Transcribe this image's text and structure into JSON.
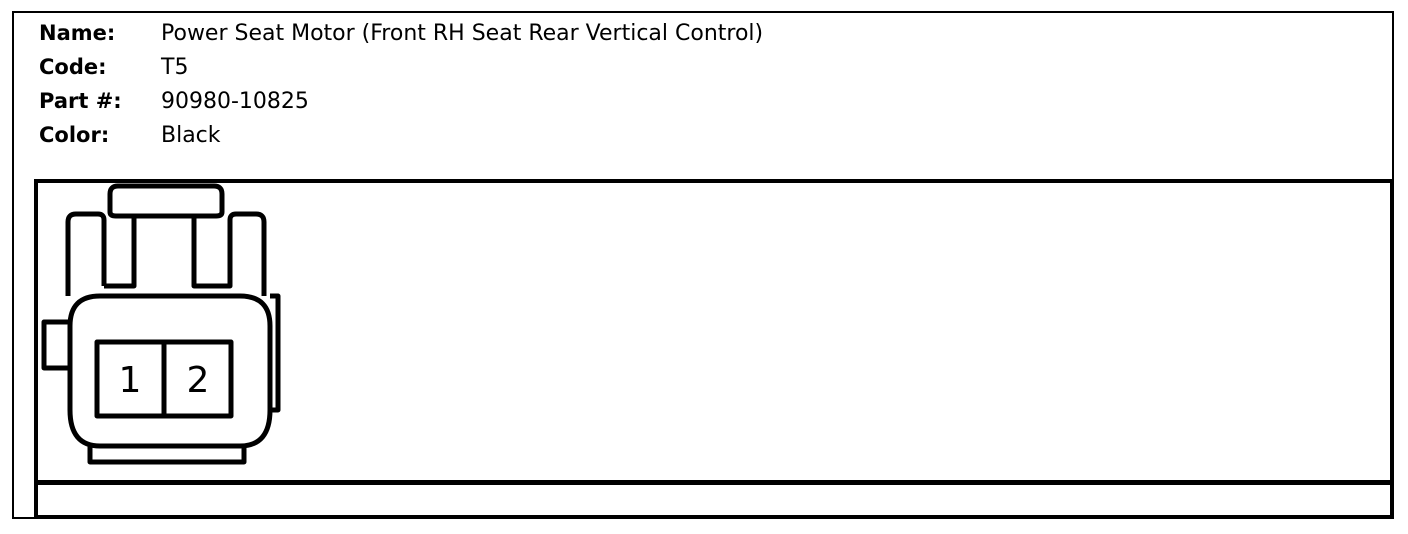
{
  "connector": {
    "name_label": "Name:",
    "name_value": "Power Seat Motor (Front RH Seat Rear Vertical Control)",
    "code_label": "Code:",
    "code_value": "T5",
    "part_label": "Part #:",
    "part_value": "90980-10825",
    "color_label": "Color:",
    "color_value": "Black"
  },
  "pins": [
    {
      "number": "1"
    },
    {
      "number": "2"
    }
  ],
  "colors": {
    "line": "#000000",
    "background": "#ffffff"
  }
}
